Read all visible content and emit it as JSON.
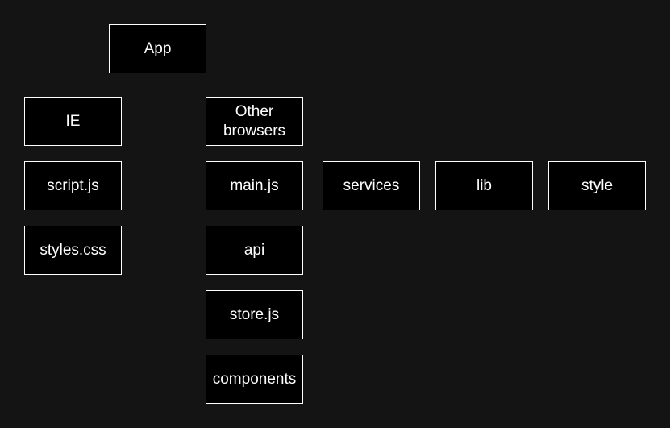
{
  "diagram": {
    "nodes": {
      "app": "App",
      "ie": "IE",
      "script_js": "script.js",
      "styles_css": "styles.css",
      "other_browsers": "Other browsers",
      "main_js": "main.js",
      "api": "api",
      "store_js": "store.js",
      "components": "components",
      "services": "services",
      "lib": "lib",
      "style": "style"
    }
  }
}
